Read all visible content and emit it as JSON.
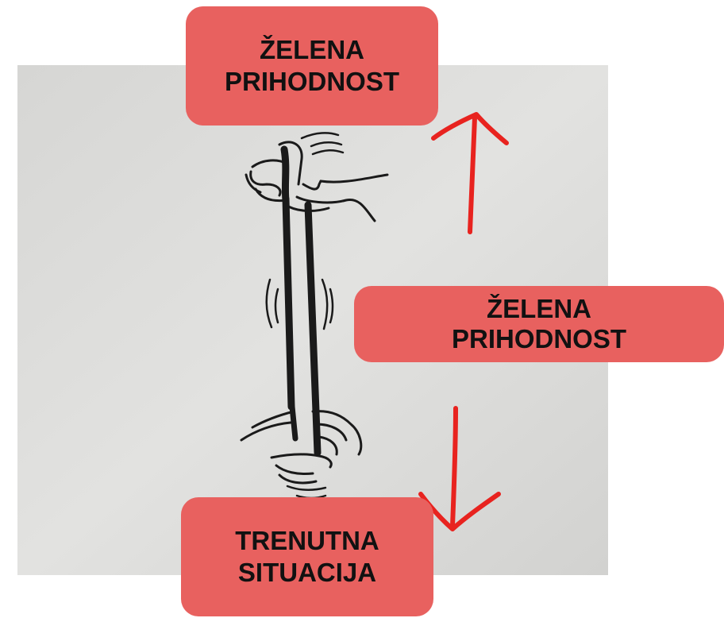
{
  "diagram": {
    "boxes": {
      "top": {
        "line1": "ŽELENA",
        "line2": "PRIHODNOST"
      },
      "middle": {
        "line1": "ŽELENA",
        "line2": "PRIHODNOST"
      },
      "bottom": {
        "line1": "TRENUTNA",
        "line2": "SITUACIJA"
      }
    },
    "colors": {
      "box_fill": "#e8615f",
      "arrow": "#e8231f",
      "paper": "#dcdcda",
      "ink": "#1a1a1a"
    },
    "illustration": "two-hands-holding-stretched-rubber-band"
  }
}
